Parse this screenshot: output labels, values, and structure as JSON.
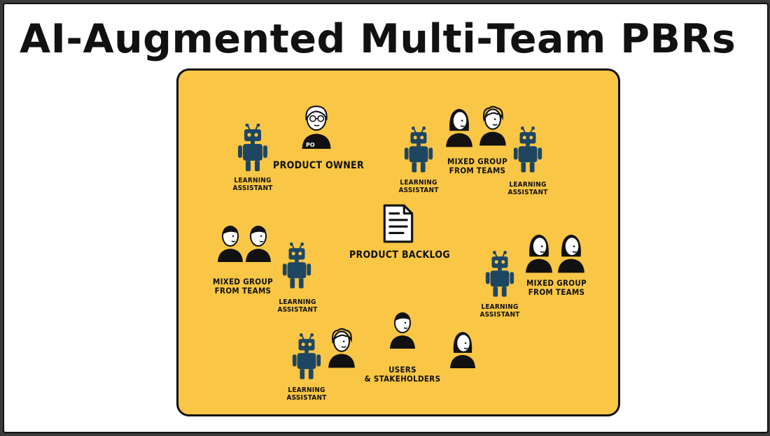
{
  "title": "AI-Augmented Multi-Team PBRs",
  "colors": {
    "board": "#f9c646",
    "robot": "#1e4663",
    "ink": "#111111"
  },
  "labels": {
    "product_owner": "PRODUCT OWNER",
    "po_badge": "PO",
    "product_backlog": "PRODUCT BACKLOG",
    "learning_assistant_line1": "LEARNING",
    "learning_assistant_line2": "ASSISTANT",
    "mixed_group_line1": "MIXED GROUP",
    "mixed_group_line2": "FROM TEAMS",
    "users_line1": "USERS",
    "users_line2": "& STAKEHOLDERS"
  },
  "icons": [
    "robot-icon",
    "person-icon",
    "document-icon"
  ]
}
